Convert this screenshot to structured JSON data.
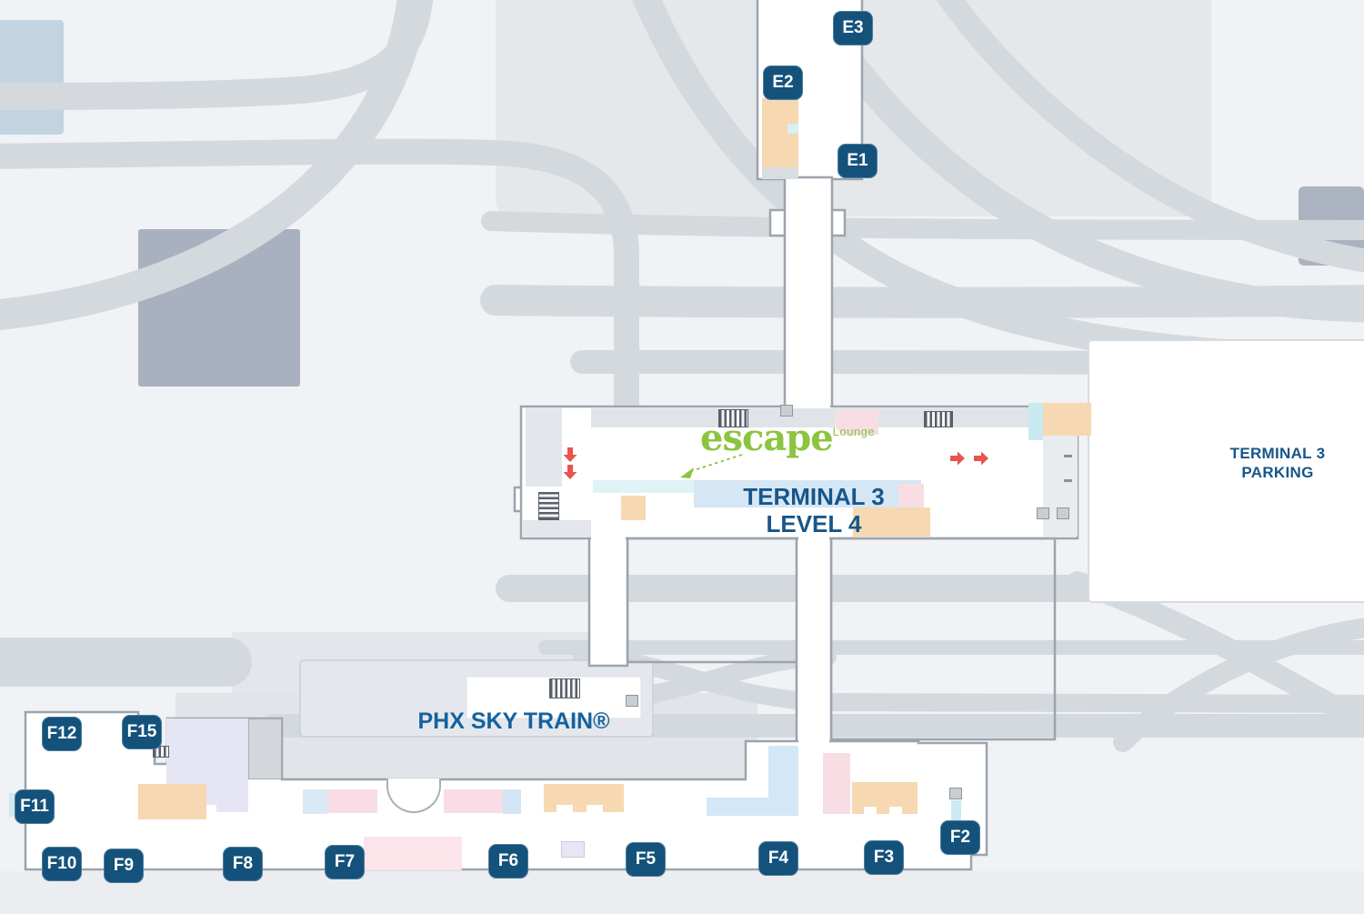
{
  "map": {
    "terminal_title": [
      "TERMINAL 3",
      "LEVEL 4"
    ],
    "parking_label": [
      "TERMINAL 3",
      "PARKING"
    ],
    "sky_train_label": "PHX SKY TRAIN®",
    "lounge": {
      "name": "escape",
      "suffix": "Lounge"
    }
  },
  "gates": {
    "E1": "E1",
    "E2": "E2",
    "E3": "E3",
    "F2": "F2",
    "F3": "F3",
    "F4": "F4",
    "F5": "F5",
    "F6": "F6",
    "F7": "F7",
    "F8": "F8",
    "F9": "F9",
    "F10": "F10",
    "F11": "F11",
    "F12": "F12",
    "F15": "F15"
  },
  "icons": {
    "escalator-icon": "striped-bars",
    "elevator-icon": "gray-square",
    "down-arrow-icon": "red solid arrow pointing down",
    "right-arrow-icon": "red solid arrow pointing right",
    "lounge-pointer-icon": "green dashed arrow pointing to lounge location"
  },
  "colors": {
    "background": "#F0F2F5",
    "road": "#D4D9DE",
    "gate_label_bg": "#14527B",
    "heading_blue": "#17568A",
    "sky_train_blue": "#15629E",
    "lounge_green": "#8CC43F",
    "arrow_red": "#E8544E",
    "area_orange": "#F6D8B2",
    "area_pink": "#F8DEE4",
    "area_pink_light": "#FBE4EA",
    "area_lavender": "#E6E5F4",
    "area_light_blue": "#D5E6F4",
    "area_cyan": "#CBEAF2",
    "block_blue_gray": "#A9B0BF",
    "block_steel_blue": "#C3D4E1"
  }
}
